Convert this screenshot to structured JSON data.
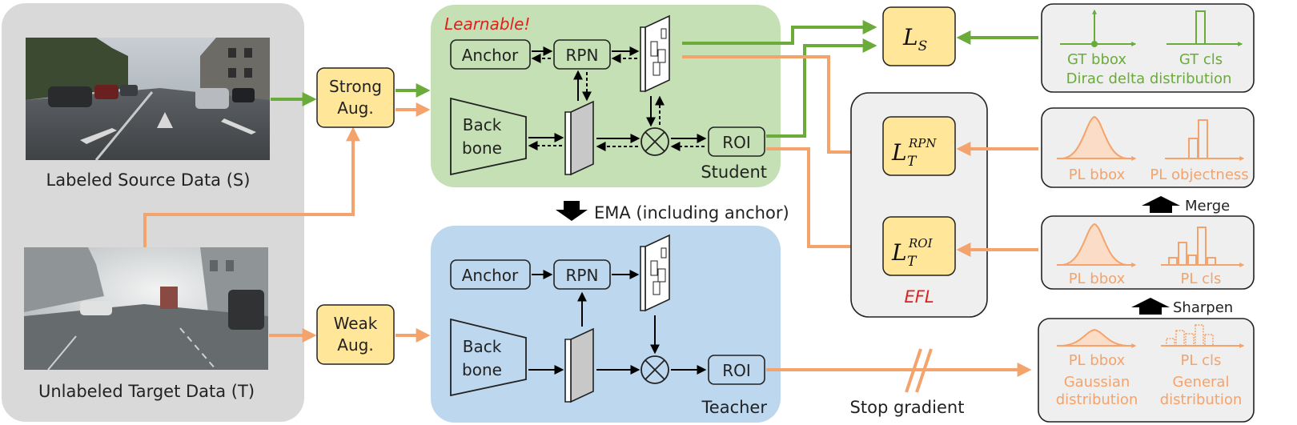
{
  "colors": {
    "green": "#6aab3a",
    "orange": "#f3a36b",
    "student_bg": "#c5e0b4",
    "teacher_bg": "#bdd7ee",
    "loss_fill": "#ffe699",
    "gray_panel": "#d9d9d9",
    "efl_red": "#e0201c"
  },
  "source": {
    "label": "Labeled Source Data (S)"
  },
  "target": {
    "label": "Unlabeled Target Data (T)"
  },
  "strong_aug": {
    "line1": "Strong",
    "line2": "Aug."
  },
  "weak_aug": {
    "line1": "Weak",
    "line2": "Aug."
  },
  "student": {
    "tag": "Learnable!",
    "name": "Student",
    "anchor": "Anchor",
    "rpn": "RPN",
    "backbone_1": "Back",
    "backbone_2": "bone",
    "roi": "ROI"
  },
  "teacher": {
    "name": "Teacher",
    "anchor": "Anchor",
    "rpn": "RPN",
    "backbone_1": "Back",
    "backbone_2": "bone",
    "roi": "ROI"
  },
  "ema": {
    "label": "EMA (including anchor)"
  },
  "losses": {
    "ls_main": "L",
    "ls_sub": "S",
    "rpn_main": "L",
    "rpn_sup": "RPN",
    "rpn_sub": "T",
    "roi_main": "L",
    "roi_sup": "ROI",
    "roi_sub": "T"
  },
  "efl": {
    "label": "EFL"
  },
  "gt_panel": {
    "bbox": "GT bbox",
    "cls": "GT cls",
    "caption": "Dirac delta distribution"
  },
  "rpn_panel": {
    "bbox": "PL bbox",
    "cls": "PL objectness"
  },
  "merge": {
    "label": "Merge"
  },
  "roi_panel": {
    "bbox": "PL bbox",
    "cls": "PL cls"
  },
  "sharpen": {
    "label": "Sharpen"
  },
  "teacher_panel": {
    "bbox": "PL bbox",
    "cls": "PL cls",
    "bbox_caption_1": "Gaussian",
    "bbox_caption_2": "distribution",
    "cls_caption_1": "General",
    "cls_caption_2": "distribution"
  },
  "stop_gradient": {
    "label": "Stop gradient"
  }
}
